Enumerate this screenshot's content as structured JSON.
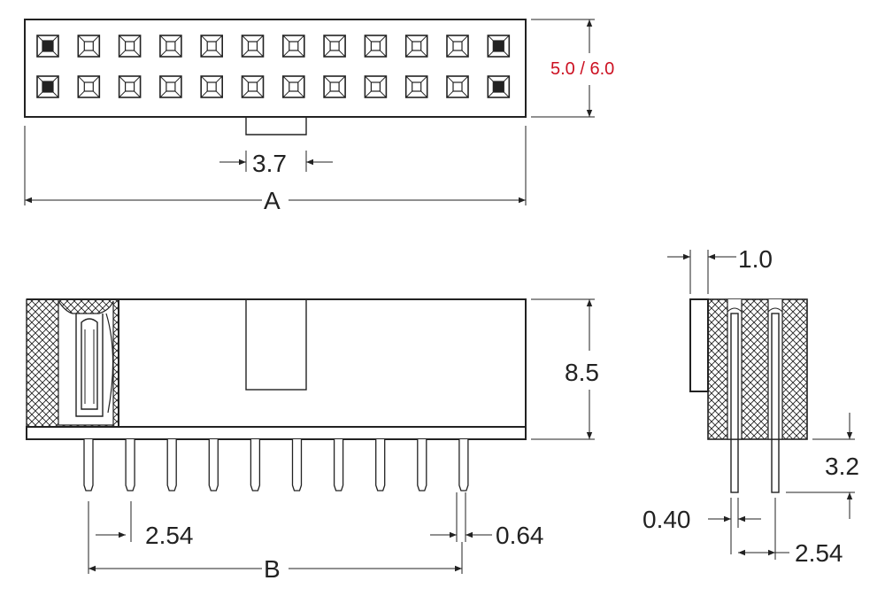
{
  "labels": {
    "height_top": "5.0 / 6.0",
    "key_width": "3.7",
    "length_a": "A",
    "body_height": "8.5",
    "pitch_front": "2.54",
    "pin_width": "0.64",
    "length_b": "B",
    "wall": "1.0",
    "tail": "3.2",
    "pin_side": "0.40",
    "pitch_side": "2.54"
  },
  "colors": {
    "line": "#222222",
    "highlight": "#cc1122"
  },
  "pins": {
    "per_row": 12,
    "rows": 2,
    "front_visible": 10
  }
}
